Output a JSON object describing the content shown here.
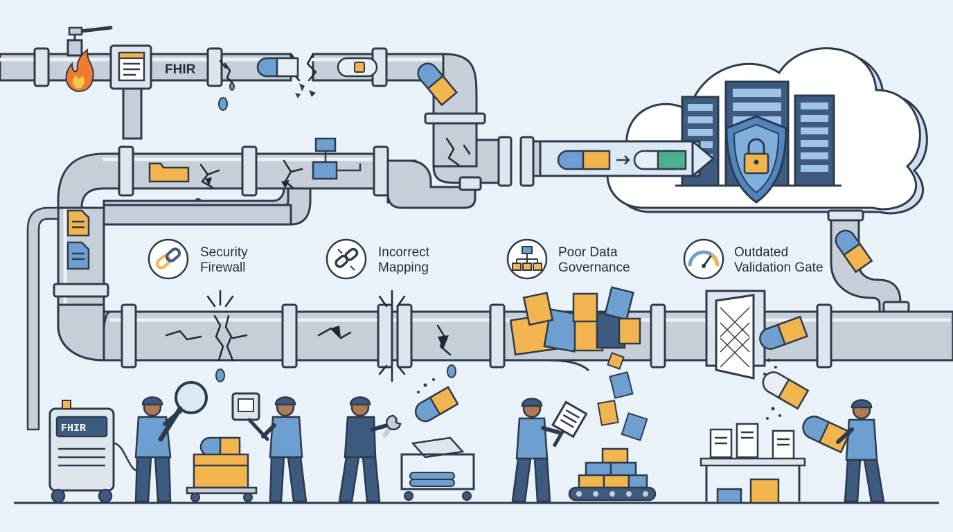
{
  "pipeline": {
    "top_pipe_label": "FHIR",
    "machine_label": "FHIR"
  },
  "failure_points": [
    {
      "label_line1": "Security",
      "label_line2": "Firewall",
      "icon": "broken-chain-icon"
    },
    {
      "label_line1": "Incorrect",
      "label_line2": "Mapping",
      "icon": "broken-link-icon"
    },
    {
      "label_line1": "Poor Data",
      "label_line2": "Governance",
      "icon": "org-chart-icon"
    },
    {
      "label_line1": "Outdated",
      "label_line2": "Validation Gate",
      "icon": "gauge-icon"
    }
  ],
  "colors": {
    "background": "#eaf2f9",
    "pipe": "#c6ced8",
    "outline": "#2d3a4a",
    "accent_orange": "#f2b44e",
    "accent_blue": "#6d9fd1",
    "cloud": "#ffffff",
    "shield": "#4f86c0"
  }
}
